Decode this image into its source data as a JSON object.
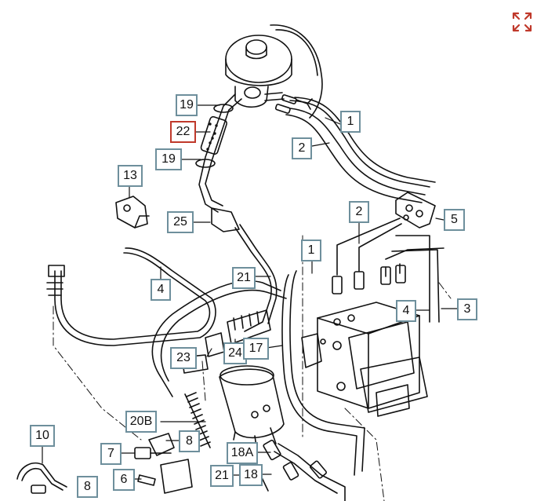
{
  "colors": {
    "line": "#111111",
    "label_border": "#6e8f9c",
    "highlight_border": "#c0392b",
    "expand_icon": "#c0392b"
  },
  "toolbar": {
    "expand_icon": "expand-arrows-icon"
  },
  "labels": [
    {
      "id": "l1a",
      "text": "1"
    },
    {
      "id": "l1b",
      "text": "1"
    },
    {
      "id": "l2a",
      "text": "2"
    },
    {
      "id": "l2b",
      "text": "2"
    },
    {
      "id": "l3",
      "text": "3"
    },
    {
      "id": "l4a",
      "text": "4"
    },
    {
      "id": "l4b",
      "text": "4"
    },
    {
      "id": "l5",
      "text": "5"
    },
    {
      "id": "l6",
      "text": "6"
    },
    {
      "id": "l7",
      "text": "7"
    },
    {
      "id": "l8a",
      "text": "8"
    },
    {
      "id": "l8b",
      "text": "8"
    },
    {
      "id": "l10",
      "text": "10"
    },
    {
      "id": "l13",
      "text": "13"
    },
    {
      "id": "l17",
      "text": "17"
    },
    {
      "id": "l18",
      "text": "18"
    },
    {
      "id": "l18a",
      "text": "18A"
    },
    {
      "id": "l19a",
      "text": "19"
    },
    {
      "id": "l19b",
      "text": "19"
    },
    {
      "id": "l20b",
      "text": "20B"
    },
    {
      "id": "l21a",
      "text": "21"
    },
    {
      "id": "l21b",
      "text": "21"
    },
    {
      "id": "l22",
      "text": "22",
      "highlight": true
    },
    {
      "id": "l23",
      "text": "23"
    },
    {
      "id": "l24",
      "text": "24"
    },
    {
      "id": "l25",
      "text": "25"
    }
  ]
}
